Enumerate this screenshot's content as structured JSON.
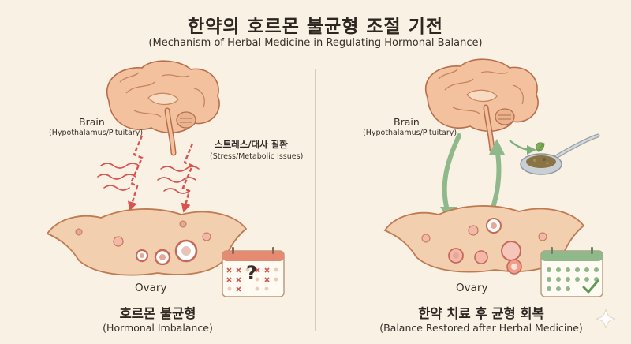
{
  "title": "한약의 호르몬 불균형 조절 기전",
  "subtitle": "(Mechanism of Herbal Medicine in Regulating Hormonal Balance)",
  "left": {
    "brain_label": "Brain",
    "brain_sub": "(Hypothalamus/Pituitary)",
    "stress_label": "스트레스/대사 질환",
    "stress_sub": "(Stress/Metabolic Issues)",
    "ovary_label": "Ovary",
    "caption": "호르몬 불균형",
    "caption_sub": "(Hormonal Imbalance)",
    "calendar_mark": "?"
  },
  "right": {
    "brain_label": "Brain",
    "brain_sub": "(Hypothalamus/Pituitary)",
    "ovary_label": "Ovary",
    "caption": "한약 치료 후 균형 회복",
    "caption_sub": "(Balance Restored after Herbal Medicine)"
  },
  "icons": {
    "brain": "brain-icon",
    "ovary": "ovary-icon",
    "calendar": "calendar-icon",
    "spoon": "herbal-spoon-icon",
    "sparkle": "sparkle-icon"
  },
  "colors": {
    "background": "#f8f1e4",
    "brain": "#f3c19d",
    "ovary": "#f2cfae",
    "stress": "#d9534f",
    "feedback": "#8fb88b",
    "calendar_bad": "#e58b72",
    "calendar_good": "#8fb88b"
  }
}
